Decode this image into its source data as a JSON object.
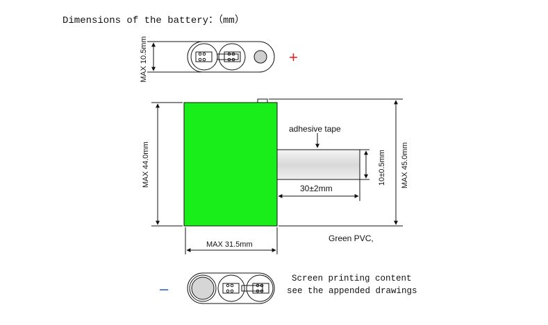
{
  "title": "Dimensions of the battery：（mm）",
  "top_height_label": "MAX 10.5mm",
  "plus_sign": "+",
  "minus_sign": "–",
  "adhesive_label": "adhesive tape",
  "height_left_label": "MAX 44.0mm",
  "height_right_label": "MAX 45.0mm",
  "tape_width_label": "10±0.5mm",
  "tape_length_label": "30±2mm",
  "width_label": "MAX 31.5mm",
  "pvc_label": "Green PVC,",
  "note_line1": "Screen printing content",
  "note_line2": "see the appended drawings",
  "colors": {
    "body": "#1aee1a",
    "plus": "#dd2222",
    "minus": "#2255bb",
    "line": "#111111",
    "cell_fill": "#d6d6d6",
    "tape": "#e6e6e6"
  }
}
